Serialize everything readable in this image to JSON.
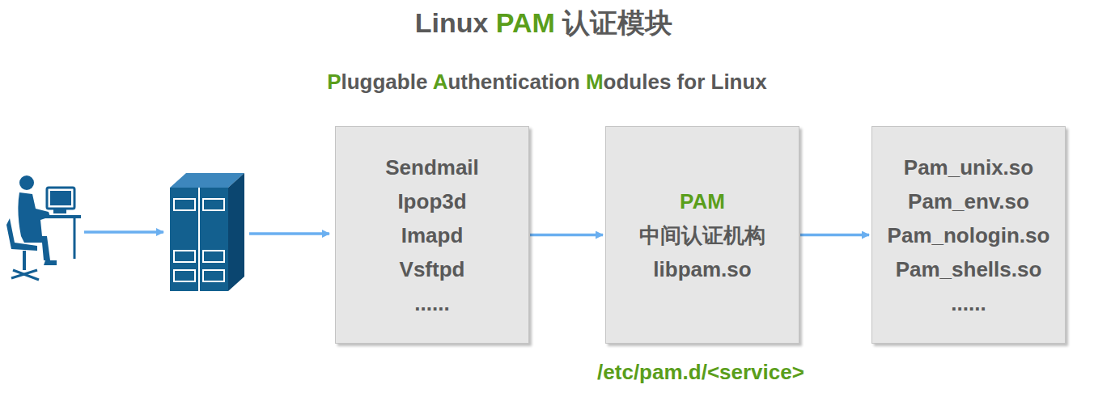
{
  "diagram": {
    "title": "Linux PAM 认证模块",
    "nodes": [
      {
        "text": [
          "Sendmail",
          "Ipop3d",
          "Imapd",
          "Vsftpd",
          "......"
        ]
      },
      {
        "text": [
          "PAM",
          "中间认证机构",
          "libpam.so"
        ]
      },
      {
        "text": [
          "Pam_unix.so",
          "Pam_env.so",
          "Pam_nologin.so",
          "Pam_shells.so",
          "......"
        ]
      }
    ],
    "edges": [
      {
        "from": 0,
        "to": 1,
        "arrow": "to"
      },
      {
        "from": 1,
        "to": 2,
        "arrow": "to"
      }
    ],
    "labels": [
      "Pluggable Authentication Modules for Linux",
      "/etc/pam.d/<service>"
    ]
  }
}
